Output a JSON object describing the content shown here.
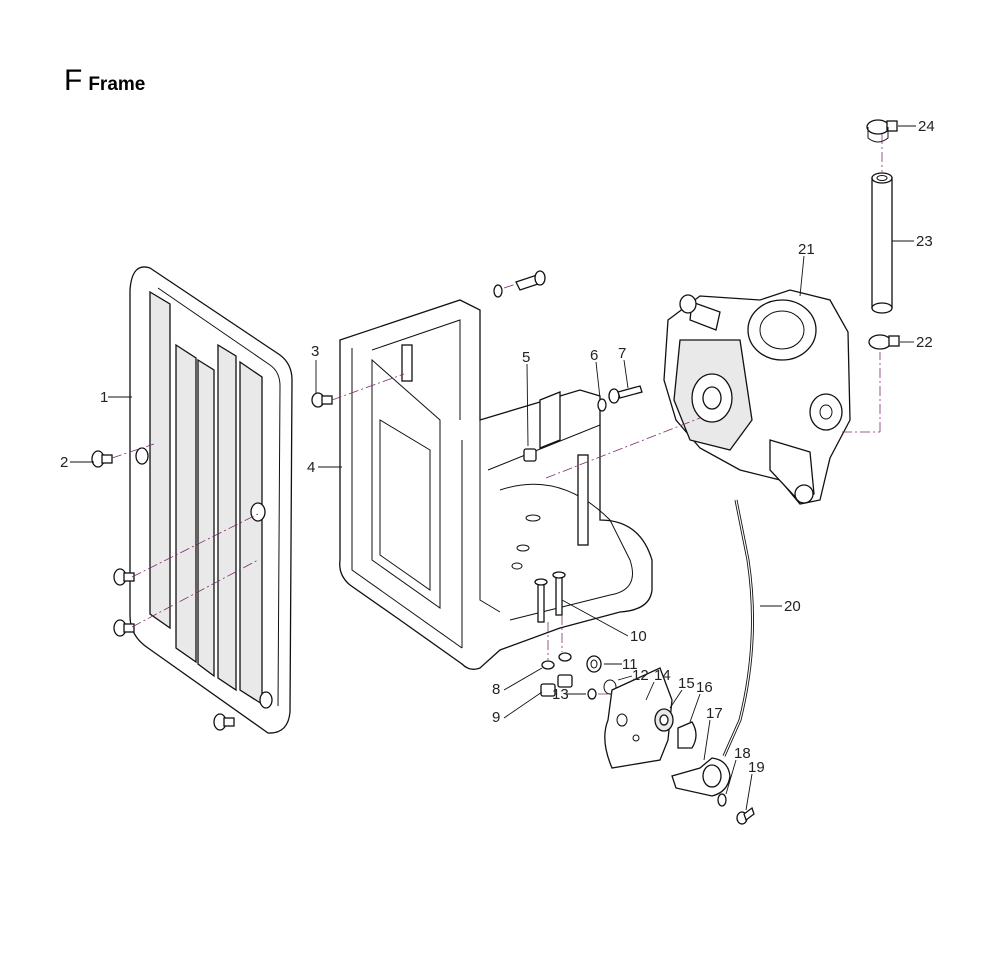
{
  "header": {
    "section_letter": "F",
    "section_title": "Frame"
  },
  "callouts": [
    "1",
    "2",
    "3",
    "4",
    "5",
    "6",
    "7",
    "8",
    "9",
    "10",
    "11",
    "12",
    "13",
    "14",
    "15",
    "16",
    "17",
    "18",
    "19",
    "20",
    "21",
    "22",
    "23",
    "24"
  ]
}
